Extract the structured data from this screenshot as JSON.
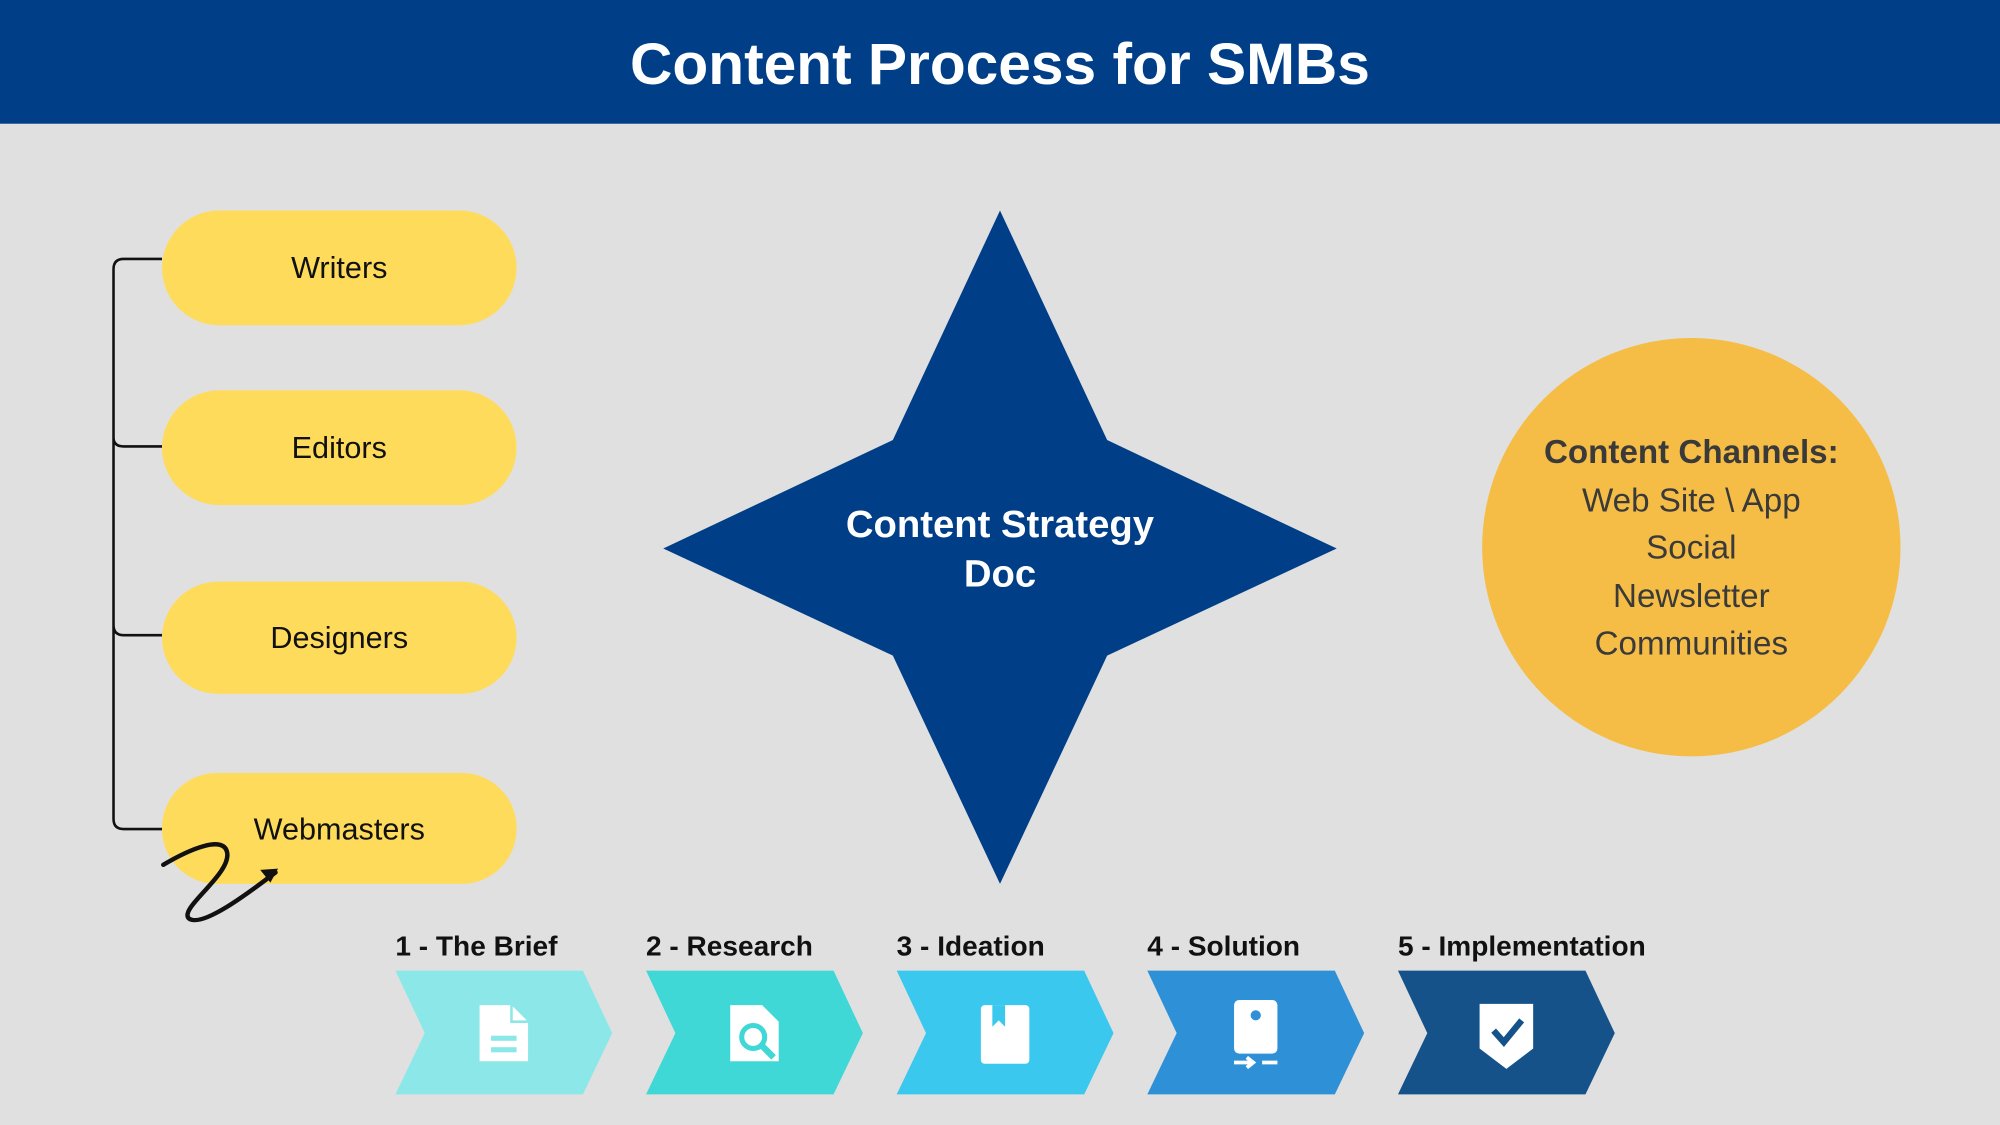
{
  "header": {
    "title": "Content Process for SMBs"
  },
  "roles": [
    "Writers",
    "Editors",
    "Designers",
    "Webmasters"
  ],
  "center": {
    "line1": "Content Strategy",
    "line2": "Doc"
  },
  "channels": {
    "title": "Content Channels:",
    "items": [
      "Web Site \\ App",
      "Social",
      "Newsletter",
      "Communities"
    ]
  },
  "steps": [
    {
      "label": "1 - The Brief",
      "icon": "document-icon",
      "color": "#8ce8e8"
    },
    {
      "label": "2 - Research",
      "icon": "search-document-icon",
      "color": "#3fd8d6"
    },
    {
      "label": "3 - Ideation",
      "icon": "book-icon",
      "color": "#3ac8ee"
    },
    {
      "label": "4 - Solution",
      "icon": "device-transfer-icon",
      "color": "#2e90d6"
    },
    {
      "label": "5 - Implementation",
      "icon": "shield-check-icon",
      "color": "#155289"
    }
  ],
  "colors": {
    "header": "#003f87",
    "pill": "#ffdb5c",
    "star": "#003f87",
    "circle": "#f5bd45",
    "background": "#e0e0e0"
  }
}
